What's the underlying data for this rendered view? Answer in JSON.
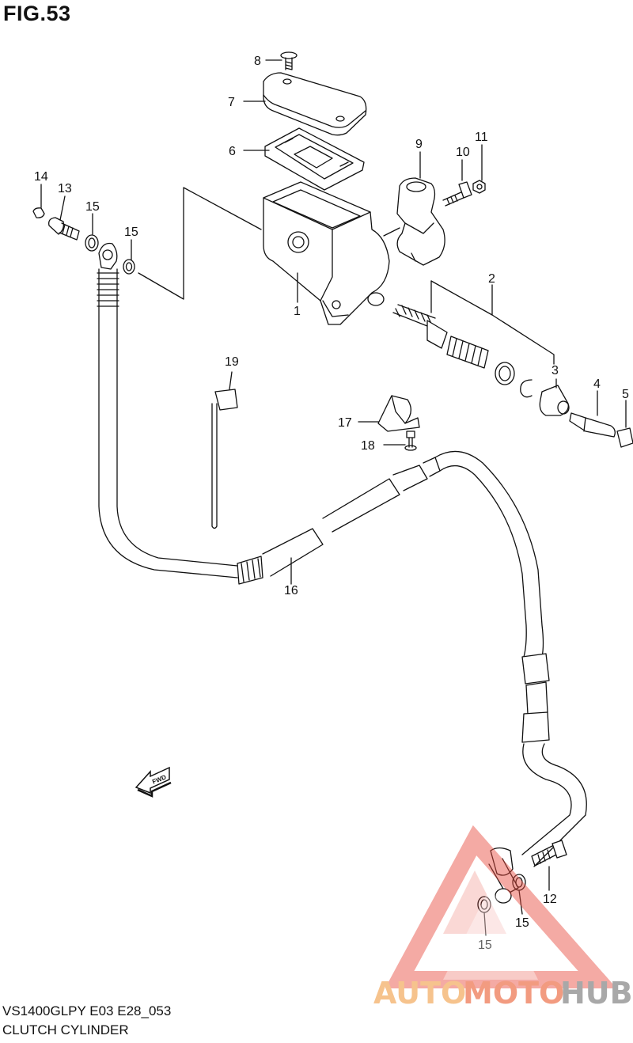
{
  "figure": {
    "title": "FIG.53"
  },
  "callouts": [
    {
      "id": "c1",
      "label": "1"
    },
    {
      "id": "c2",
      "label": "2"
    },
    {
      "id": "c3",
      "label": "3"
    },
    {
      "id": "c4",
      "label": "4"
    },
    {
      "id": "c5",
      "label": "5"
    },
    {
      "id": "c6",
      "label": "6"
    },
    {
      "id": "c7",
      "label": "7"
    },
    {
      "id": "c8",
      "label": "8"
    },
    {
      "id": "c9",
      "label": "9"
    },
    {
      "id": "c10",
      "label": "10"
    },
    {
      "id": "c11",
      "label": "11"
    },
    {
      "id": "c12",
      "label": "12"
    },
    {
      "id": "c13",
      "label": "13"
    },
    {
      "id": "c14",
      "label": "14"
    },
    {
      "id": "c15a",
      "label": "15"
    },
    {
      "id": "c15b",
      "label": "15"
    },
    {
      "id": "c15c",
      "label": "15"
    },
    {
      "id": "c15d",
      "label": "15"
    },
    {
      "id": "c16",
      "label": "16"
    },
    {
      "id": "c17",
      "label": "17"
    },
    {
      "id": "c18",
      "label": "18"
    },
    {
      "id": "c19",
      "label": "19"
    }
  ],
  "direction_arrow": {
    "label": "FWD"
  },
  "footer": {
    "model_code": "VS1400GLPY E03 E28_053",
    "section_name": "CLUTCH CYLINDER"
  },
  "watermark": {
    "part1": "AUTO",
    "part2": "MOTO",
    "part3": "HUB",
    "color_orange": "#f5b97a",
    "color_red": "#e8483c",
    "color_gray": "#9a9a9a"
  }
}
